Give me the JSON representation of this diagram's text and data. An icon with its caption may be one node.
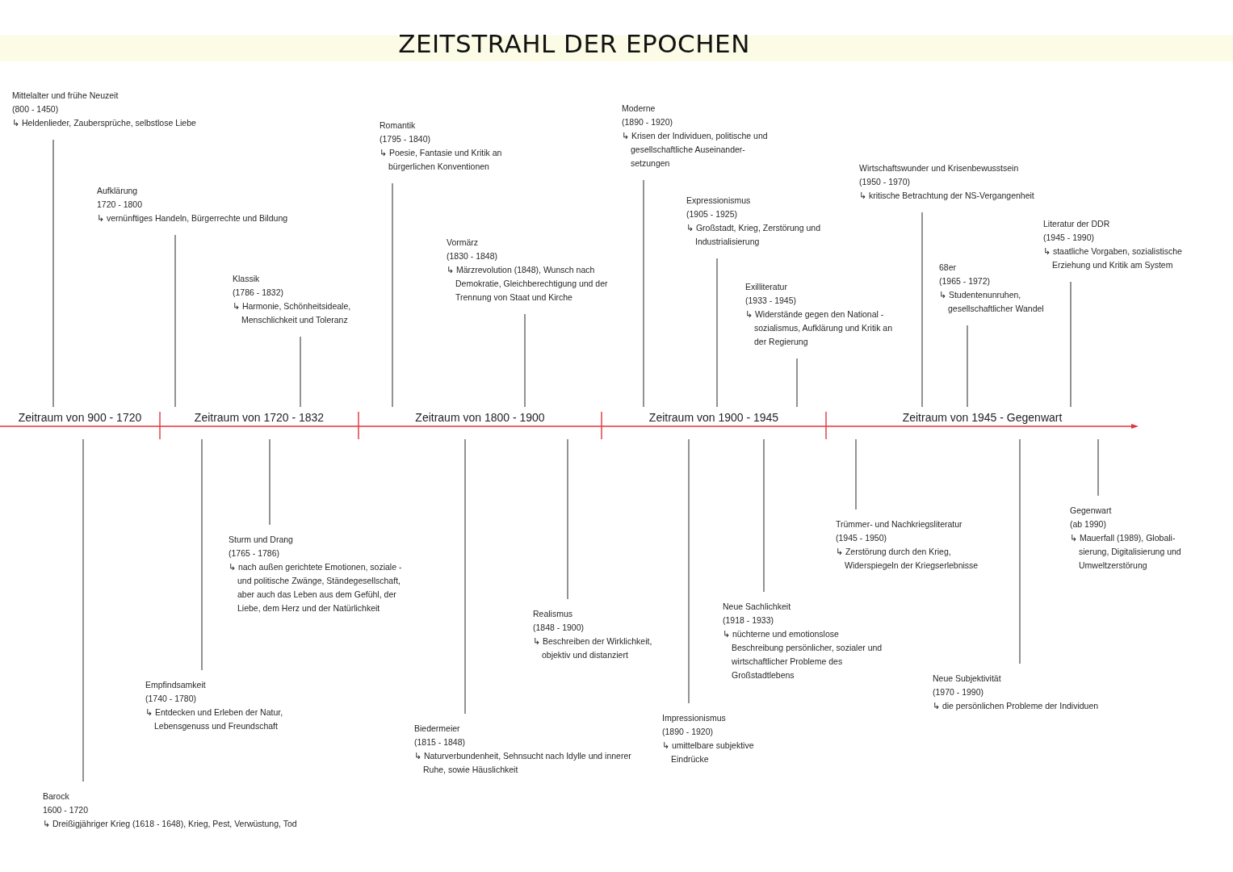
{
  "diagram": {
    "title": "ZEITSTRAHL DER EPOCHEN",
    "nodes": [
      {
        "text": [
          "Mittelalter und frühe Neuzeit",
          "(800 - 1450)",
          "↳ Heldenlieder, Zaubersprüche, selbstlose Liebe"
        ]
      },
      {
        "text": [
          "Aufklärung",
          "1720 - 1800",
          "↳ vernünftiges Handeln, Bürgerrechte und Bildung"
        ]
      },
      {
        "text": [
          "Klassik",
          "(1786 - 1832)",
          "↳ Harmonie, Schönheitsideale, Menschlichkeit und Toleranz"
        ]
      },
      {
        "text": [
          "Romantik",
          "(1795 - 1840)",
          "↳ Poesie, Fantasie und Kritik an bürgerlichen Konventionen"
        ]
      },
      {
        "text": [
          "Vormärz",
          "(1830 - 1848)",
          "↳ Märzrevolution (1848), Wunsch nach Demokratie, Gleichberechtigung und der Trennung von Staat und Kirche"
        ]
      },
      {
        "text": [
          "Moderne",
          "(1890 - 1920)",
          "↳ Krisen der Individuen, politische und gesellschaftliche Auseinander- setzungen"
        ]
      },
      {
        "text": [
          "Expressionismus",
          "(1905 - 1925)",
          "↳ Großstadt, Krieg, Zerstörung und Industrialisierung"
        ]
      },
      {
        "text": [
          "Exilliteratur",
          "(1933 - 1945)",
          "↳ Widerstände gegen den National - sozialismus, Aufklärung und Kritik an der Regierung"
        ]
      },
      {
        "text": [
          "Wirtschaftswunder und Krisenbewusstsein",
          "(1950 - 1970)",
          "↳ kritische Betrachtung der NS-Vergangenheit"
        ]
      },
      {
        "text": [
          "68er",
          "(1965 - 1972)",
          "↳ Studentenunruhen, gesellschaftlicher Wandel"
        ]
      },
      {
        "text": [
          "Literatur der DDR",
          "(1945 - 1990)",
          "↳ staatliche Vorgaben, sozialistische Erziehung und Kritik am System"
        ]
      },
      {
        "text": [
          "Zeitraum von 900 - 1720"
        ]
      },
      {
        "text": [
          "Zeitraum von 1720 - 1832"
        ]
      },
      {
        "text": [
          "Zeitraum von 1800 - 1900"
        ]
      },
      {
        "text": [
          "Zeitraum von 1900 - 1945"
        ]
      },
      {
        "text": [
          "Zeitraum von 1945 - Gegenwart"
        ]
      },
      {
        "text": [
          "Barock",
          "1600 - 1720",
          "↳ Dreißigjähriger Krieg (1618 - 1648), Krieg, Pest, Verwüstung, Tod"
        ]
      },
      {
        "text": [
          "Empfindsamkeit",
          "(1740 - 1780)",
          "↳ Entdecken und Erleben der Natur, Lebensgenuss und Freundschaft"
        ]
      },
      {
        "text": [
          "Sturm und Drang",
          "(1765 - 1786)",
          "↳ nach außen gerichtete Emotionen, soziale - und politische Zwänge, Ständegesellschaft, aber auch das Leben aus dem Gefühl, der Liebe, dem Herz und der Natürlichkeit"
        ]
      },
      {
        "text": [
          "Biedermeier",
          "(1815 - 1848)",
          "↳ Naturverbundenheit, Sehnsucht nach Idylle und innerer Ruhe, sowie Häuslichkeit"
        ]
      },
      {
        "text": [
          "Realismus",
          "(1848 - 1900)",
          "↳ Beschreiben der Wirklichkeit, objektiv und distanziert"
        ]
      },
      {
        "text": [
          "Impressionismus",
          "(1890 - 1920)",
          "↳ umittelbare subjektive Eindrücke"
        ]
      },
      {
        "text": [
          "Neue Sachlichkeit",
          "(1918 - 1933)",
          "↳ nüchterne und emotionslose Beschreibung persönlicher, sozialer und wirtschaftlicher Probleme des Großstadtlebens"
        ]
      },
      {
        "text": [
          "Trümmer- und Nachkriegsliteratur",
          "(1945 - 1950)",
          "↳ Zerstörung durch den Krieg, Widerspiegeln der Kriegserlebnisse"
        ]
      },
      {
        "text": [
          "Neue Subjektivität",
          "(1970 - 1990)",
          "↳ die persönlichen Probleme der Individuen"
        ]
      },
      {
        "text": [
          "Gegenwart",
          "(ab 1990)",
          "↳ Mauerfall (1989), Globali- sierung, Digitalisierung und Umweltzerstörung"
        ]
      }
    ],
    "edges": [
      {
        "from": 0,
        "to": 11,
        "arrow": "none"
      },
      {
        "from": 1,
        "to": 12,
        "arrow": "none"
      },
      {
        "from": 2,
        "to": 12,
        "arrow": "none"
      },
      {
        "from": 3,
        "to": 13,
        "arrow": "none"
      },
      {
        "from": 4,
        "to": 13,
        "arrow": "none"
      },
      {
        "from": 5,
        "to": 14,
        "arrow": "none"
      },
      {
        "from": 6,
        "to": 14,
        "arrow": "none"
      },
      {
        "from": 7,
        "to": 14,
        "arrow": "none"
      },
      {
        "from": 8,
        "to": 15,
        "arrow": "none"
      },
      {
        "from": 9,
        "to": 15,
        "arrow": "none"
      },
      {
        "from": 10,
        "to": 15,
        "arrow": "none"
      },
      {
        "from": 16,
        "to": 11,
        "arrow": "none"
      },
      {
        "from": 17,
        "to": 12,
        "arrow": "none"
      },
      {
        "from": 18,
        "to": 12,
        "arrow": "none"
      },
      {
        "from": 19,
        "to": 13,
        "arrow": "none"
      },
      {
        "from": 20,
        "to": 13,
        "arrow": "none"
      },
      {
        "from": 21,
        "to": 14,
        "arrow": "none"
      },
      {
        "from": 22,
        "to": 14,
        "arrow": "none"
      },
      {
        "from": 23,
        "to": 15,
        "arrow": "none"
      },
      {
        "from": 24,
        "to": 15,
        "arrow": "none"
      },
      {
        "from": 25,
        "to": 15,
        "arrow": "none"
      }
    ]
  }
}
